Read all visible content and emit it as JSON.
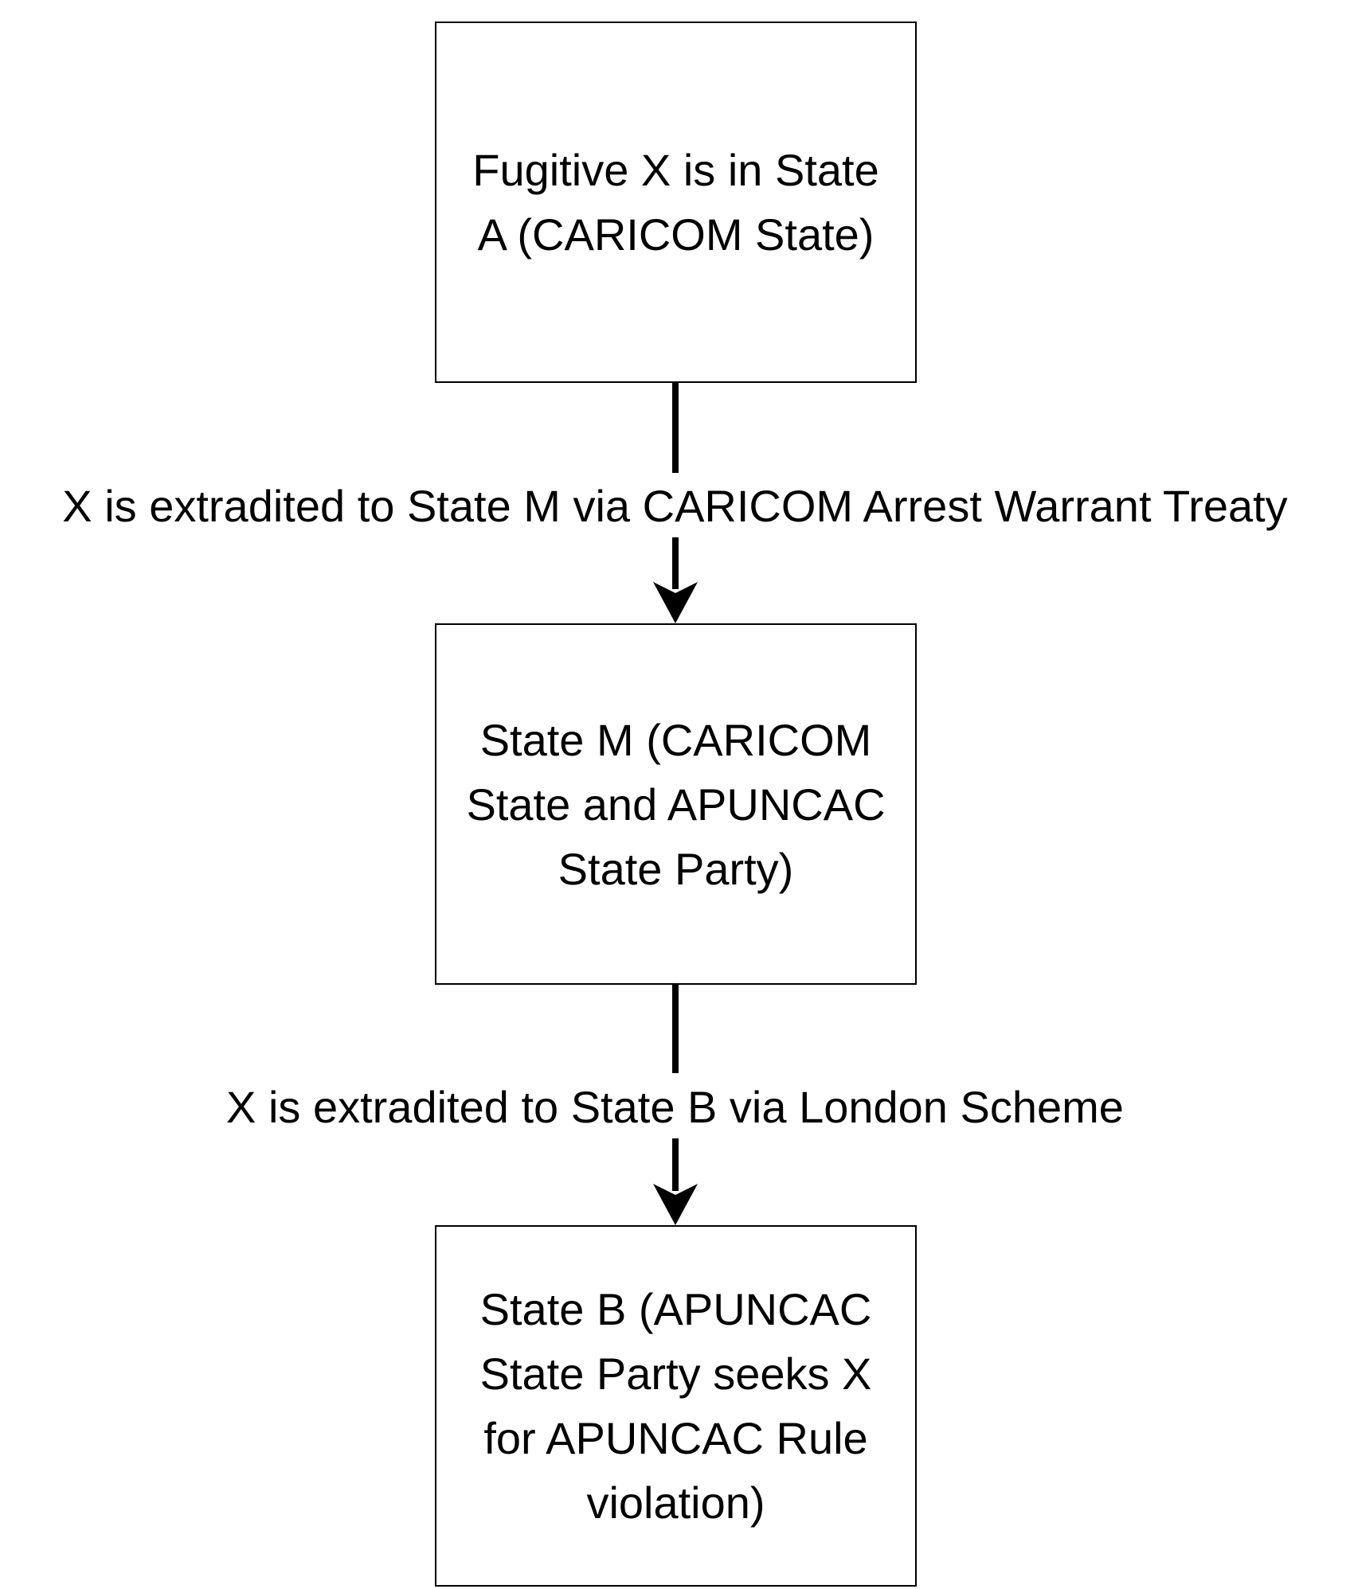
{
  "nodes": [
    {
      "id": "A",
      "lines": [
        "Fugitive X is in State",
        "A (CARICOM State)"
      ]
    },
    {
      "id": "M",
      "lines": [
        "State M (CARICOM",
        "State and APUNCAC",
        "State Party)"
      ]
    },
    {
      "id": "B",
      "lines": [
        "State B (APUNCAC",
        "State Party seeks X",
        "for APUNCAC Rule",
        "violation)"
      ]
    }
  ],
  "edges": [
    {
      "from": "A",
      "to": "M",
      "label": "X is extradited to State M via CARICOM Arrest Warrant Treaty"
    },
    {
      "from": "M",
      "to": "B",
      "label": "X is extradited to State B via London Scheme"
    }
  ]
}
